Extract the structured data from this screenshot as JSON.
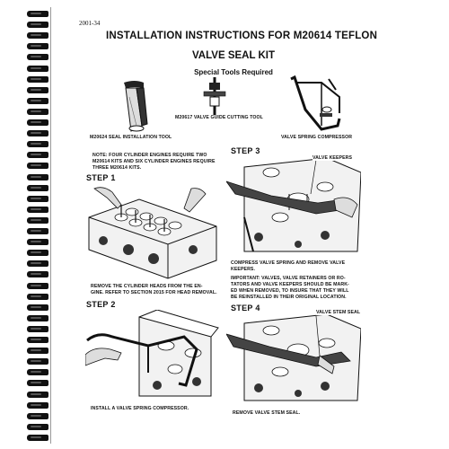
{
  "page_number": "2001-34",
  "title_line1": "INSTALLATION INSTRUCTIONS FOR M20614 TEFLON",
  "title_line2": "VALVE SEAL KIT",
  "subtitle": "Special Tools Required",
  "tools": {
    "seal_tool": "M20624 SEAL INSTALLATION TOOL",
    "guide_tool": "M20617 VALVE GUIDE CUTTING TOOL",
    "compressor": "VALVE SPRING COMPRESSOR"
  },
  "note": {
    "line1": "NOTE: FOUR CYLINDER ENGINES REQUIRE TWO",
    "line2": "M20614 KITS AND SIX CYLINDER ENGINES REQUIRE",
    "line3": "THREE M20614 KITS."
  },
  "steps": {
    "step1": {
      "label": "STEP 1",
      "line1": "REMOVE THE CYLINDER HEADS FROM THE EN-",
      "line2": "GINE. REFER TO SECTION 2015 FOR HEAD REMOVAL."
    },
    "step2": {
      "label": "STEP 2",
      "line1": "INSTALL A VALVE SPRING COMPRESSOR."
    },
    "step3": {
      "label": "STEP 3",
      "callout": "VALVE KEEPERS",
      "line1": "COMPRESS VALVE SPRING AND REMOVE VALVE",
      "line2": "KEEPERS.",
      "imp1": "IMPORTANT: VALVES, VALVE RETAINERS OR RO-",
      "imp2": "TATORS AND VALVE KEEPERS SHOULD BE MARK-",
      "imp3": "ED WHEN REMOVED, TO INSURE THAT THEY WILL",
      "imp4": "BE REINSTALLED IN THEIR ORIGINAL LOCATION."
    },
    "step4": {
      "label": "STEP 4",
      "callout": "VALVE STEM SEAL",
      "line1": "REMOVE VALVE STEM SEAL."
    }
  }
}
